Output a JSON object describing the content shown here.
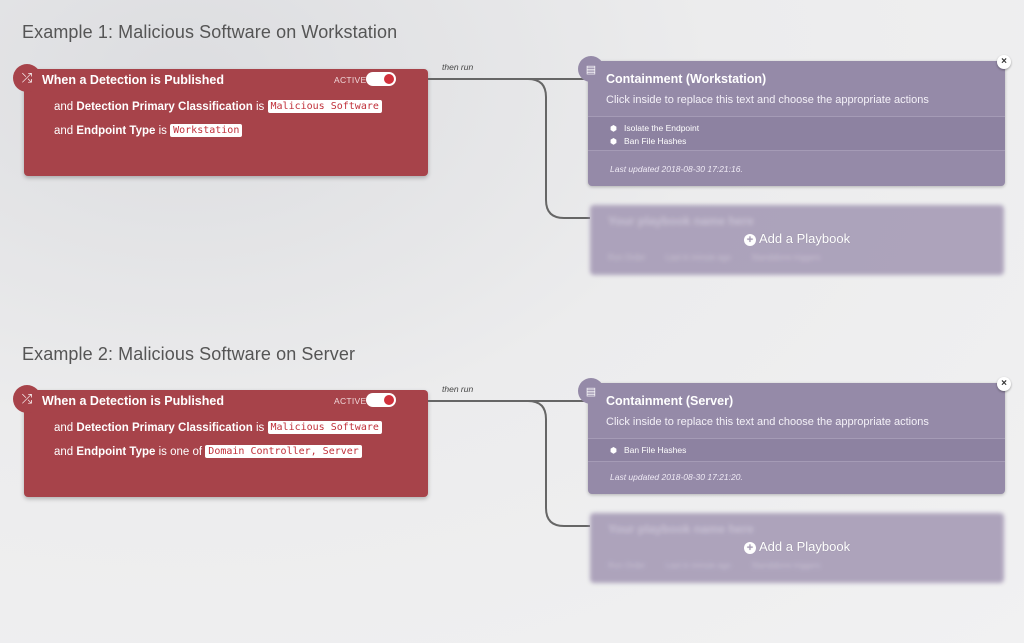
{
  "examples": [
    {
      "title": "Example 1: Malicious Software on Workstation",
      "trigger": {
        "icon": "shuffle-icon",
        "title": "When a Detection is Published",
        "active_label": "ACTIVE",
        "active": true,
        "conditions": [
          {
            "prefix": "and",
            "field": "Detection Primary Classification",
            "op": "is",
            "value": "Malicious Software"
          },
          {
            "prefix": "and",
            "field": "Endpoint Type",
            "op": "is",
            "value": "Workstation"
          }
        ]
      },
      "then_run": "then run",
      "playbook": {
        "icon": "book-icon",
        "title": "Containment (Workstation)",
        "description": "Click inside to replace this text and choose the appropriate actions",
        "actions": [
          "Isolate the Endpoint",
          "Ban File Hashes"
        ],
        "updated": "Last updated 2018-08-30 17:21:16.",
        "close": "×"
      },
      "ghost": {
        "title": "Your playbook name here",
        "tags": [
          "Run Order",
          "Last in minute ago",
          "Standalone triggers"
        ],
        "add_label": "Add a Playbook",
        "add_icon": "+"
      }
    },
    {
      "title": "Example 2: Malicious Software on Server",
      "trigger": {
        "icon": "shuffle-icon",
        "title": "When a Detection is Published",
        "active_label": "ACTIVE",
        "active": true,
        "conditions": [
          {
            "prefix": "and",
            "field": "Detection Primary Classification",
            "op": "is",
            "value": "Malicious Software"
          },
          {
            "prefix": "and",
            "field": "Endpoint Type",
            "op": "is one of",
            "value": "Domain Controller, Server"
          }
        ]
      },
      "then_run": "then run",
      "playbook": {
        "icon": "book-icon",
        "title": "Containment (Server)",
        "description": "Click inside to replace this text and choose the appropriate actions",
        "actions": [
          "Ban File Hashes"
        ],
        "updated": "Last updated 2018-08-30 17:21:20.",
        "close": "×"
      },
      "ghost": {
        "title": "Your playbook name here",
        "tags": [
          "Run Order",
          "Last in minute ago",
          "Standalone triggers"
        ],
        "add_label": "Add a Playbook",
        "add_icon": "+"
      }
    }
  ],
  "colors": {
    "trigger": "#a7434a",
    "playbook": "#958aa8",
    "chip_text": "#c0303a",
    "toggle_knob": "#d0313c"
  }
}
